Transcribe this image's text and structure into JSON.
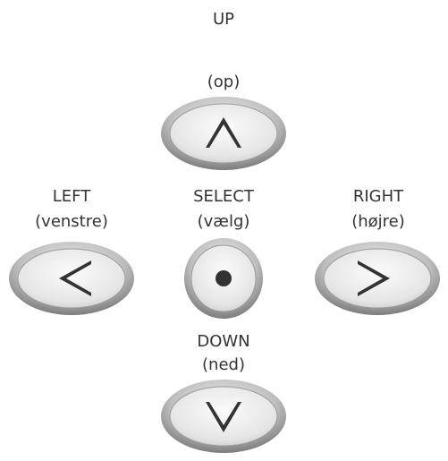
{
  "labels": {
    "up": {
      "name": "UP",
      "translation": "(op)"
    },
    "left": {
      "name": "LEFT",
      "translation": "(venstre)"
    },
    "select": {
      "name": "SELECT",
      "translation": "(vælg)"
    },
    "right": {
      "name": "RIGHT",
      "translation": "(højre)"
    },
    "down": {
      "name": "DOWN",
      "translation": "(ned)"
    }
  },
  "icons": {
    "up": "chevron-up-icon",
    "left": "chevron-left-icon",
    "select": "dot-icon",
    "right": "chevron-right-icon",
    "down": "chevron-down-icon"
  },
  "colors": {
    "text": "#333333",
    "button_face": "#e8e8e8",
    "button_rim": "#8a8a8a",
    "glyph": "#333333"
  }
}
